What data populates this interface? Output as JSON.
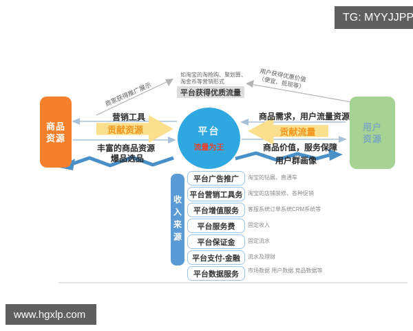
{
  "watermarks": {
    "top_right": "TG: MYYJJPP",
    "bottom_left": "www.hgxlp.com"
  },
  "diagram": {
    "left_node": {
      "label": "商品资源"
    },
    "right_node": {
      "label": "用户资源"
    },
    "center_node": {
      "title": "平台",
      "subtitle": "流量为王"
    },
    "top_note": "如淘宝的淘抢购、聚划算、淘金币等营销形式",
    "top_banner": "平台获得优质流量",
    "left_diagonal_label": "商家获得推广展示",
    "right_diagonal_label_line1": "用户获得优惠价值",
    "right_diagonal_label_line2": "（便宜、抵现等）",
    "left_flow": {
      "arrow_label": "贡献资源",
      "top_label": "营销工具",
      "bottom_label": "丰富的商品资源",
      "extra_label": "爆品选品"
    },
    "right_flow": {
      "arrow_label": "贡献流量",
      "top_label": "商品需求，用户流量资源",
      "bottom_label": "商品价值，服务保障",
      "extra_label": "用户群画像"
    },
    "revenue": {
      "title": "收入来源",
      "items": [
        {
          "label": "平台广告推广",
          "note": "淘宝的钻展、直通车"
        },
        {
          "label": "平台营销工具务",
          "note": "淘宝的店铺装修、各种促销"
        },
        {
          "label": "平台增值服务",
          "note": "客服系统订单系统CRM系统等"
        },
        {
          "label": "平台服务费",
          "note": "固定收入"
        },
        {
          "label": "平台保证金",
          "note": "固定流水"
        },
        {
          "label": "平台支付-金融",
          "note": "流水及理财"
        },
        {
          "label": "平台数据服务",
          "note": "市场数据 用户数据 竞品数据等"
        }
      ]
    },
    "colors": {
      "orange_node": "#F4802B",
      "green_node": "#A6D394",
      "platform_circle": "#2FA8E1",
      "platform_subtitle_text": "#E8432F",
      "contribution_arrow": "#FAE08E",
      "contribution_arrow_text": "#F0951E",
      "revenue_source_box": "#5B9BD5",
      "item_box_border": "#9DC3E6",
      "zigzag_arrow": "#4A90C8",
      "watermark_bg": "#5F5F5F",
      "banner_bg": "#DCDCDC"
    }
  }
}
